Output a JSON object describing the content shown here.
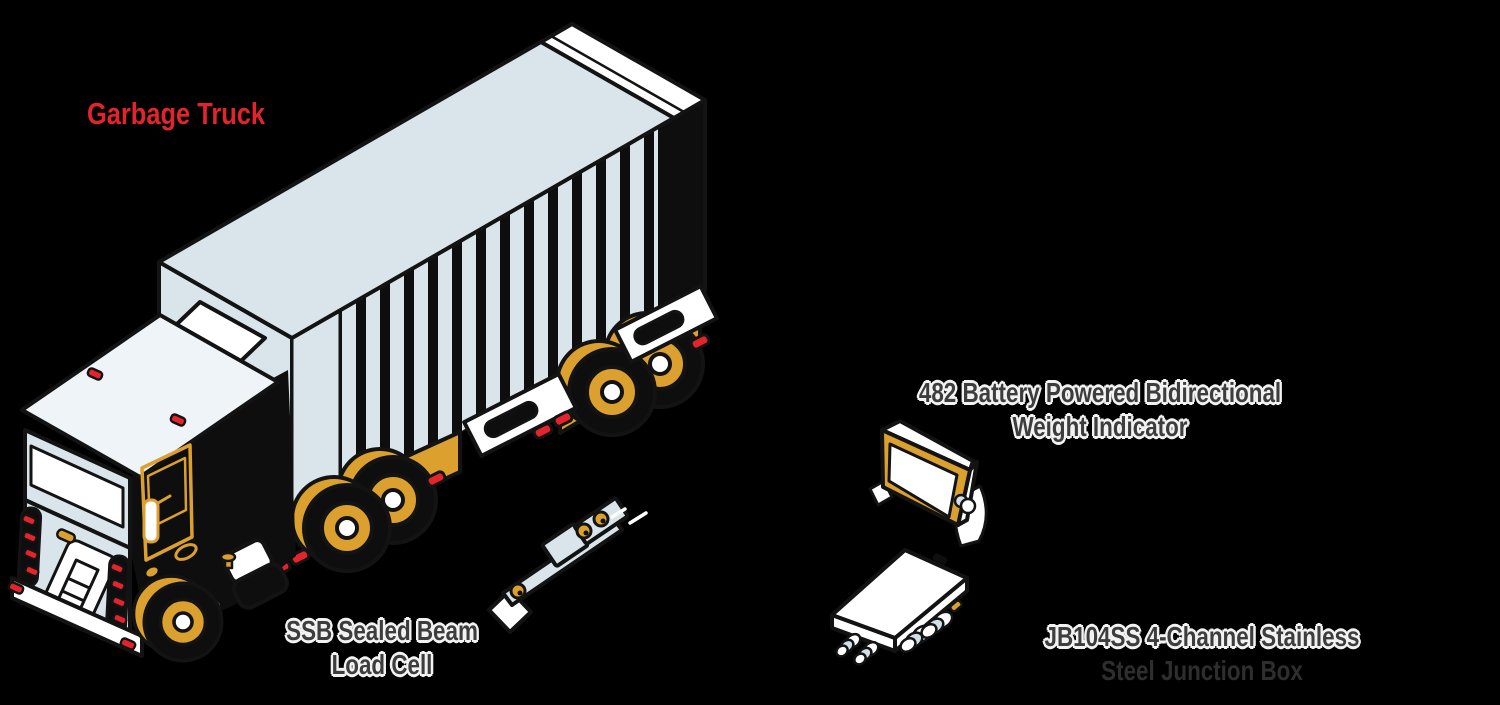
{
  "labels": {
    "garbage_truck": "Garbage Truck",
    "load_cell_line1": "SSB Sealed Beam",
    "load_cell_line2": "Load Cell",
    "indicator_line1": "482 Battery Powered Bidirectional",
    "indicator_line2": "Weight Indicator",
    "junction_line1": "JB104SS 4-Channel Stainless",
    "junction_line2": "Steel Junction Box"
  },
  "colors": {
    "background": "#000000",
    "truck-body": "#d9e5eb",
    "accent-orange": "#dca02e",
    "signal-red": "#e3242b",
    "outline": "#131313",
    "label-text": "#3d3d3d",
    "label-halo": "#f2f2f2",
    "white": "#ffffff",
    "screen-blue": "#cfe0e8"
  }
}
